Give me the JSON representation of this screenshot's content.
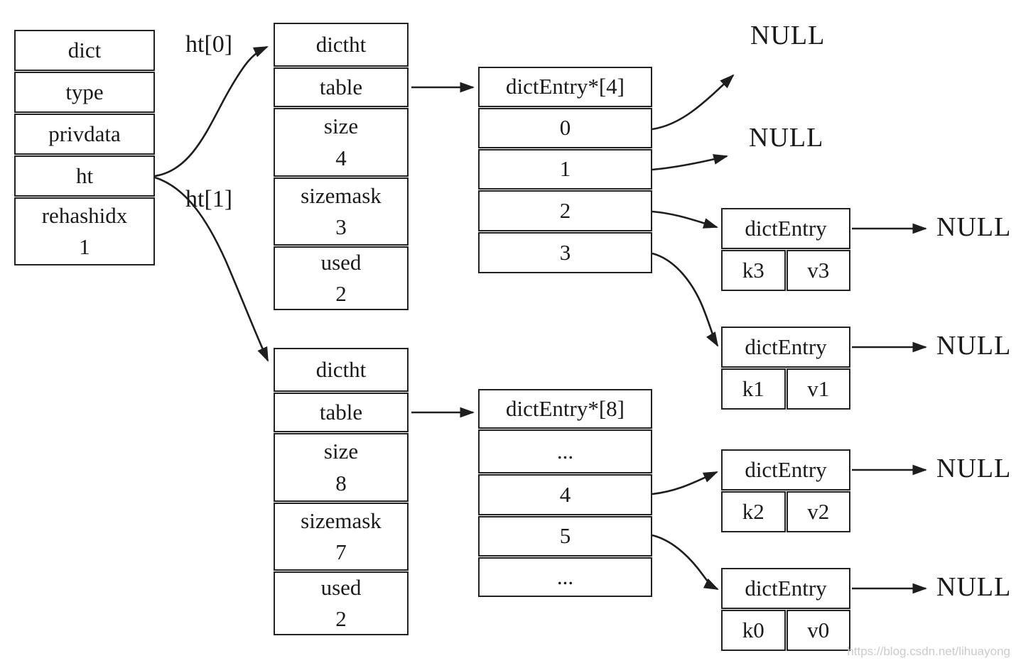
{
  "dict_box": {
    "rows": [
      "dict",
      "type",
      "privdata",
      "ht"
    ],
    "rehashidx": {
      "label": "rehashidx",
      "value": "1"
    }
  },
  "ht_labels": {
    "ht0": "ht[0]",
    "ht1": "ht[1]"
  },
  "dictht": [
    {
      "title": "dictht",
      "table": "table",
      "fields": [
        {
          "label": "size",
          "value": "4"
        },
        {
          "label": "sizemask",
          "value": "3"
        },
        {
          "label": "used",
          "value": "2"
        }
      ]
    },
    {
      "title": "dictht",
      "table": "table",
      "fields": [
        {
          "label": "size",
          "value": "8"
        },
        {
          "label": "sizemask",
          "value": "7"
        },
        {
          "label": "used",
          "value": "2"
        }
      ]
    }
  ],
  "bucket_arrays": [
    {
      "title": "dictEntry*[4]",
      "slots": [
        "0",
        "1",
        "2",
        "3"
      ]
    },
    {
      "title": "dictEntry*[8]",
      "slots": [
        "...",
        "4",
        "5",
        "..."
      ]
    }
  ],
  "entries": [
    {
      "title": "dictEntry",
      "key": "k3",
      "value": "v3"
    },
    {
      "title": "dictEntry",
      "key": "k1",
      "value": "v1"
    },
    {
      "title": "dictEntry",
      "key": "k2",
      "value": "v2"
    },
    {
      "title": "dictEntry",
      "key": "k0",
      "value": "v0"
    }
  ],
  "null_text": "NULL",
  "watermark": "https://blog.csdn.net/lihuayong"
}
